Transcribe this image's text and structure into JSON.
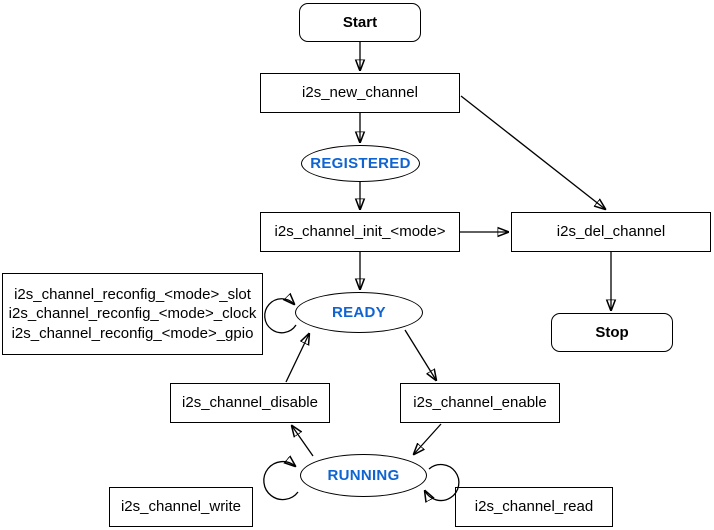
{
  "colors": {
    "state_text": "#0f64d2",
    "shape_stroke": "#000000",
    "shape_fill": "#ffffff",
    "edge_stroke": "#000000"
  },
  "diagram": {
    "nodes": {
      "start": {
        "label": "Start"
      },
      "new_channel": {
        "label": "i2s_new_channel"
      },
      "registered": {
        "label": "REGISTERED"
      },
      "init": {
        "label": "i2s_channel_init_<mode>"
      },
      "del_channel": {
        "label": "i2s_del_channel"
      },
      "stop": {
        "label": "Stop"
      },
      "reconfig": {
        "lines": [
          "i2s_channel_reconfig_<mode>_slot",
          "i2s_channel_reconfig_<mode>_clock",
          "i2s_channel_reconfig_<mode>_gpio"
        ]
      },
      "ready": {
        "label": "READY"
      },
      "disable": {
        "label": "i2s_channel_disable"
      },
      "enable": {
        "label": "i2s_channel_enable"
      },
      "running": {
        "label": "RUNNING"
      },
      "write": {
        "label": "i2s_channel_write"
      },
      "read": {
        "label": "i2s_channel_read"
      }
    }
  }
}
